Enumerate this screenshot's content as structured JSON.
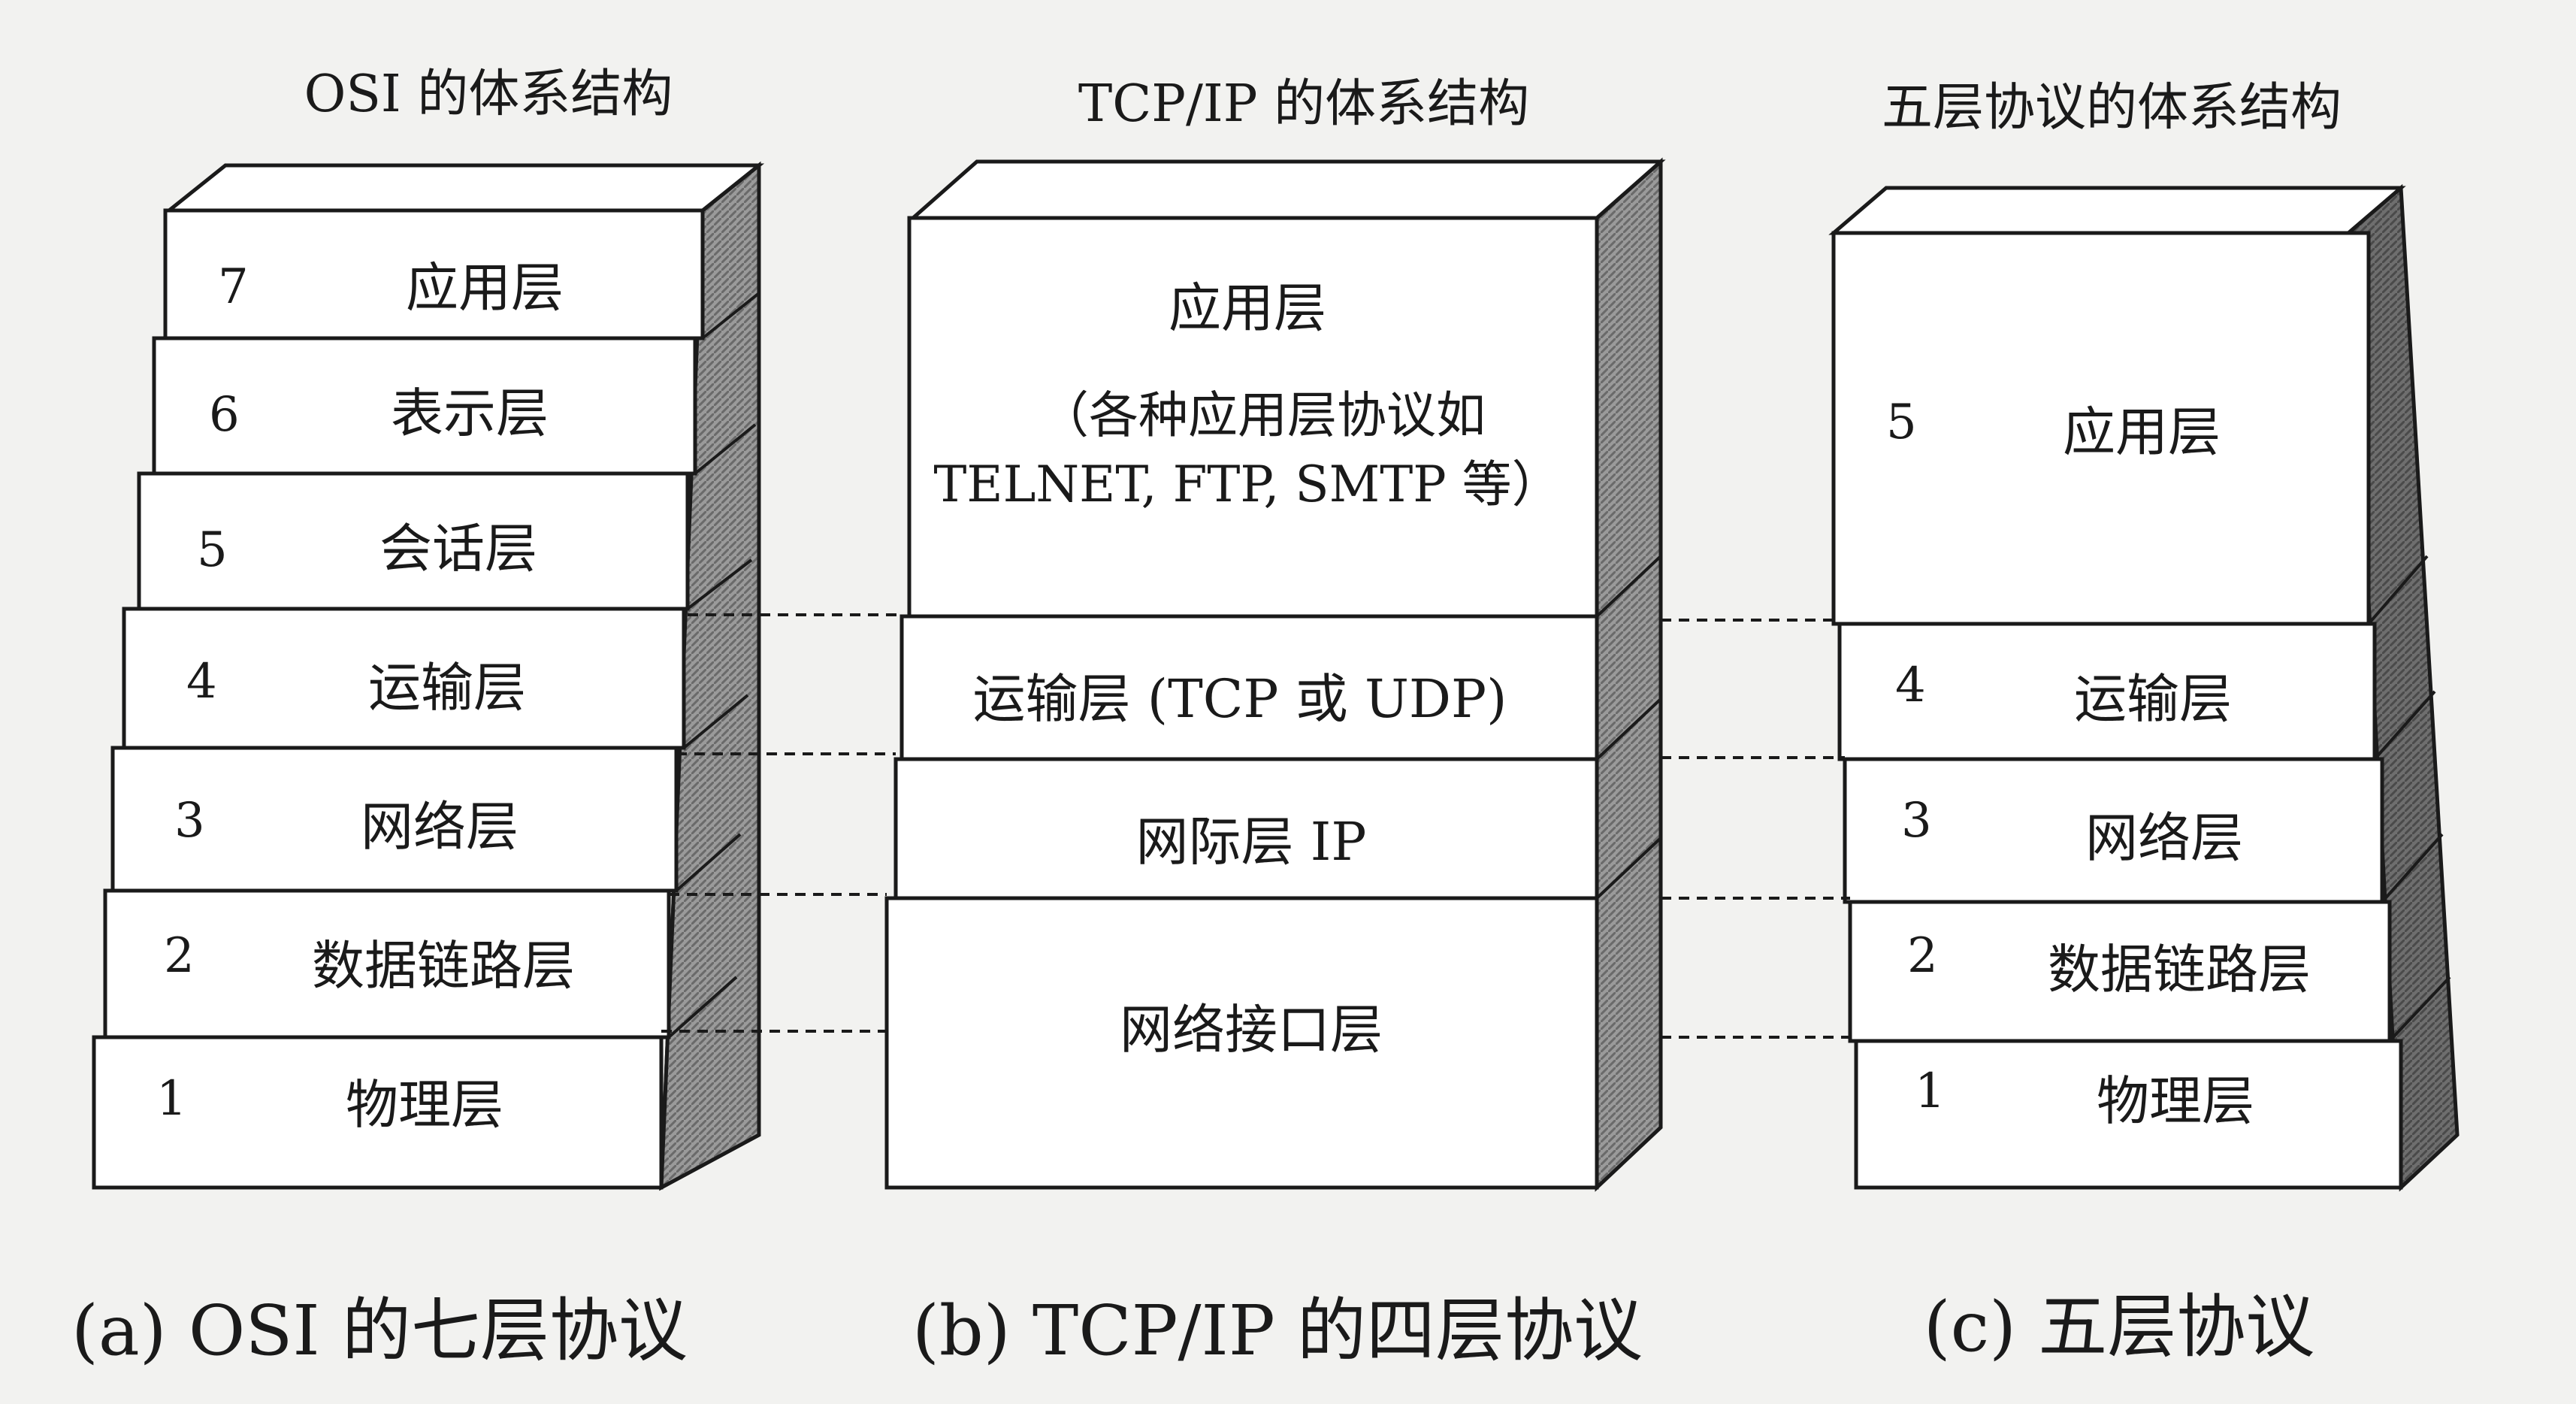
{
  "titles": {
    "osi": "OSI 的体系结构",
    "tcpip": "TCP/IP 的体系结构",
    "five": "五层协议的体系结构"
  },
  "osi_layers": [
    {
      "num": "7",
      "name": "应用层"
    },
    {
      "num": "6",
      "name": "表示层"
    },
    {
      "num": "5",
      "name": "会话层"
    },
    {
      "num": "4",
      "name": "运输层"
    },
    {
      "num": "3",
      "name": "网络层"
    },
    {
      "num": "2",
      "name": "数据链路层"
    },
    {
      "num": "1",
      "name": "物理层"
    }
  ],
  "tcpip_layers": [
    {
      "name": "应用层",
      "note_line1": "（各种应用层协议如",
      "note_line2": "TELNET, FTP, SMTP 等）"
    },
    {
      "name": "运输层 (TCP 或 UDP)"
    },
    {
      "name": "网际层 IP"
    },
    {
      "name": "网络接口层"
    }
  ],
  "five_layers": [
    {
      "num": "5",
      "name": "应用层"
    },
    {
      "num": "4",
      "name": "运输层"
    },
    {
      "num": "3",
      "name": "网络层"
    },
    {
      "num": "2",
      "name": "数据链路层"
    },
    {
      "num": "1",
      "name": "物理层"
    }
  ],
  "captions": {
    "a": "(a) OSI 的七层协议",
    "b": "(b) TCP/IP 的四层协议",
    "c": "(c) 五层协议"
  },
  "colors": {
    "ink": "#1a1a1a",
    "box_face": "#ffffff",
    "side_shade": "#7a7a7a",
    "background": "#f2f2f0"
  }
}
